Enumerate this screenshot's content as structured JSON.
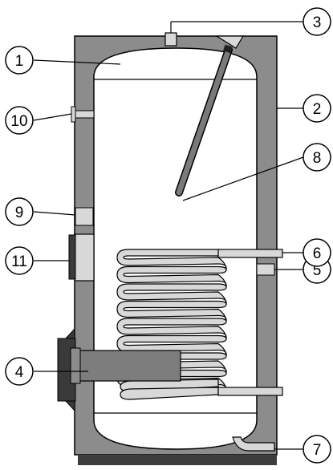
{
  "diagram": {
    "callouts": [
      {
        "id": "1",
        "label": "1"
      },
      {
        "id": "2",
        "label": "2"
      },
      {
        "id": "3",
        "label": "3"
      },
      {
        "id": "4",
        "label": "4"
      },
      {
        "id": "5",
        "label": "5"
      },
      {
        "id": "6",
        "label": "6"
      },
      {
        "id": "7",
        "label": "7"
      },
      {
        "id": "8",
        "label": "8"
      },
      {
        "id": "9",
        "label": "9"
      },
      {
        "id": "10",
        "label": "10"
      },
      {
        "id": "11",
        "label": "11"
      }
    ],
    "colors": {
      "insulation": "#8c8c8c",
      "tank_interior": "#ffffff",
      "coil": "#d8d8d8",
      "outline": "#000000",
      "base": "#444444",
      "flange_dark": "#3a3a3a"
    }
  }
}
